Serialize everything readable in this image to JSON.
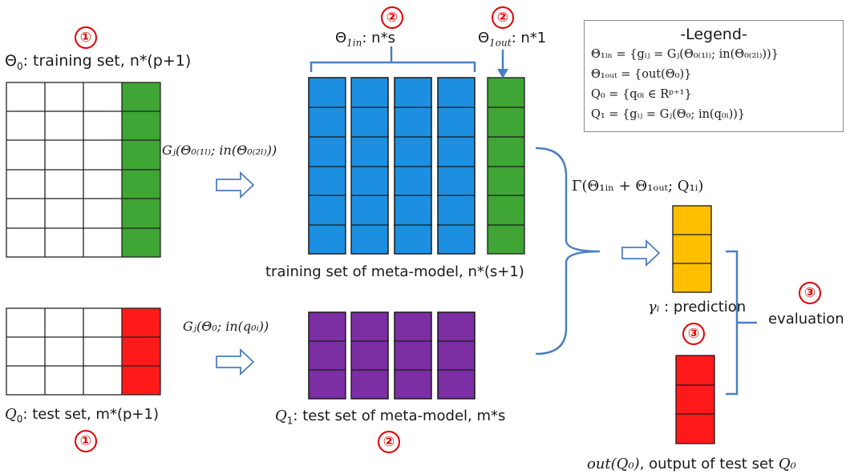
{
  "markers": {
    "theta0": "①",
    "theta1in": "②",
    "theta1out": "②",
    "q1": "②",
    "q0": "①",
    "prediction": "③",
    "evaluation": "③"
  },
  "labels": {
    "theta0_sym": "Θ",
    "theta0_sub": "0",
    "theta0_text": ": training set, n*(p+1)",
    "theta1in_sym": "Θ",
    "theta1in_sub": "1in",
    "theta1in_text": ": n*s",
    "theta1out_sym": "Θ",
    "theta1out_sub": "1out",
    "theta1out_text": ": n*1",
    "transform_train": "Gⱼ(Θ₀₍₁ₗ₎; in(Θ₀₍₂ₗ₎))",
    "transform_test": "Gⱼ(Θ₀; in(q₀ᵢ))",
    "meta_train": "training set of meta-model, n*(s+1)",
    "q0_sym": "Q",
    "q0_sub": "0",
    "q0_text": ": test set, m*(p+1)",
    "q1_sym": "Q",
    "q1_sub": "1",
    "q1_text": ": test set of meta-model, m*s",
    "gamma_fn": "Γ(Θ₁ᵢₙ + Θ₁ₒᵤₜ; Q₁ᵢ)",
    "prediction_sym": "γᵢ",
    "prediction_text": " : prediction",
    "evaluation": "evaluation",
    "output_sym": "out(Q₀)",
    "output_text": ", output of test set ",
    "output_q0": "Q₀"
  },
  "legend": {
    "title": "-Legend-",
    "lines": [
      "Θ₁ᵢₙ = {gᵢⱼ = Gⱼ(Θ₀₍₁ₗ₎; in(Θ₀₍₂ₗ₎))}",
      "Θ₁ₒᵤₜ = {out(Θ₀)}",
      "Q₀ = {q₀ᵢ ∈ Rᵖ⁺¹}",
      "Q₁ = {gᵢⱼ = Gⱼ(Θ₀; in(q₀ᵢ))}"
    ]
  },
  "colors": {
    "green": "#3fa535",
    "blue": "#1d8fe0",
    "red": "#ff1a1a",
    "purple": "#7b2fa3",
    "orange": "#ffbf00",
    "bracket": "#4a7fc1",
    "marker": "#e00000"
  }
}
